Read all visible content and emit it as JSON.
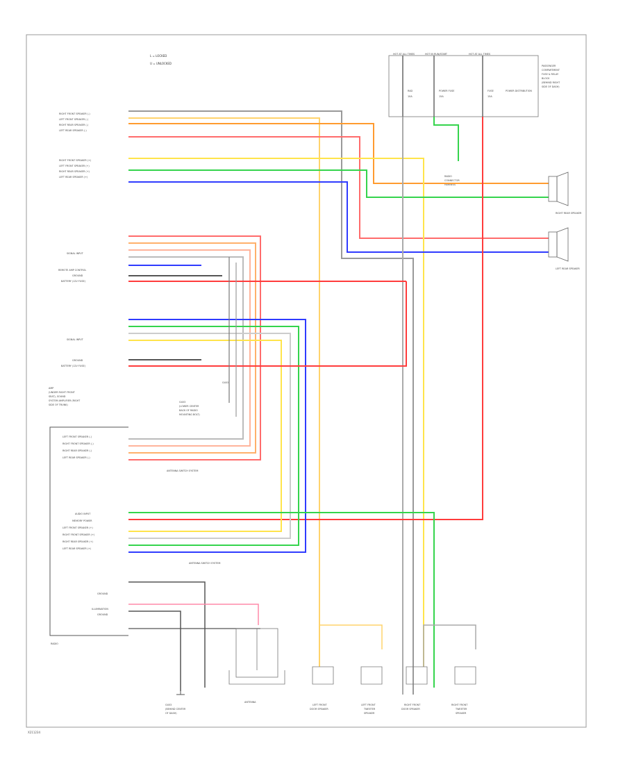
{
  "legend": [
    "L = LOCKED",
    "U = UNLOCKED"
  ],
  "fuse_box": {
    "title_lines": [
      "PASSENGER",
      "COMPARTMENT",
      "FUSE & RELAY",
      "BLOCK",
      "(BEHIND RIGHT",
      "SIDE OF DASH)"
    ],
    "feed_labels": [
      "HOT AT ALL TIMES",
      "HOT IN RUN/START",
      "HOT AT ALL TIMES"
    ],
    "fuses": [
      {
        "name": "RAD",
        "rating": "10A"
      },
      {
        "name": "POWER FUSE",
        "rating": "15A"
      },
      {
        "name": "FUSE",
        "rating": "15A"
      }
    ],
    "power_distribution": "POWER DISTRIBUTION"
  },
  "amp_connector": [
    "RADIO",
    "CONNECTOR",
    "HARNESS"
  ],
  "rear_speakers": {
    "right": "RIGHT REAR SPEAKER",
    "left": "LEFT REAR SPEAKER"
  },
  "amp_inputs_top": [
    "RIGHT FRONT SPEAKER (-)",
    "LEFT FRONT SPEAKER (-)",
    "RIGHT REAR SPEAKER (-)",
    "LEFT REAR SPEAKER (-)",
    "RIGHT FRONT SPEAKER (+)",
    "LEFT FRONT SPEAKER (+)",
    "RIGHT REAR SPEAKER (+)",
    "LEFT REAR SPEAKER (+)"
  ],
  "amp_mid": [
    "SIGNAL INPUT",
    "REMOTE AMP CONTROL",
    "GROUND",
    "BATTERY (12V FUSE)",
    "SIGNAL INPUT",
    "GROUND",
    "BATTERY (12V FUSE)"
  ],
  "amp_name_lines": [
    "AMP",
    "(UNDER RIGHT FRONT",
    "SEAT), SOUND",
    "SYSTEM AMPLIFIER (RIGHT",
    "SIDE OF TRUNK)"
  ],
  "ground_note": [
    "G403",
    "(LOWER CENTER",
    "BACK OF RADIO",
    "MOUNTING BOLT)"
  ],
  "ground_box_label": "G403",
  "radio_labels": [
    "LEFT FRONT SPEAKER (-)",
    "RIGHT FRONT SPEAKER (-)",
    "RIGHT REAR SPEAKER (-)",
    "LEFT REAR SPEAKER (-)",
    "AUDIO INPUT",
    "MEMORY POWER",
    "LEFT FRONT SPEAKER (+)",
    "RIGHT FRONT SPEAKER (+)",
    "RIGHT REAR SPEAKER (+)",
    "LEFT REAR SPEAKER (+)",
    "GROUND",
    "ILLUMINATION",
    "GROUND"
  ],
  "antenna_note_1": "ANTENNA SWITCH SYSTEM",
  "antenna_note_2": "ANTENNA SWITCH SYSTEM",
  "radio_name": "RADIO",
  "bottom_components": {
    "ground": [
      "G403",
      "(BEHIND CENTER",
      "OF DASH)"
    ],
    "antenna": "ANTENNA",
    "left_door": [
      "LEFT FRONT",
      "DOOR SPEAKER"
    ],
    "left_tweeter": [
      "LEFT FRONT",
      "TWEETER",
      "SPEAKER"
    ],
    "right_door": [
      "RIGHT FRONT",
      "DOOR SPEAKER"
    ],
    "right_tweeter": [
      "RIGHT FRONT",
      "TWEETER",
      "SPEAKER"
    ]
  },
  "footer_code": "X211234",
  "colors": {
    "red": "#ff3b3b",
    "orange": "#ff9b2f",
    "green": "#34d44c",
    "blue": "#2f3bff",
    "yellow": "#ffe44a",
    "pink": "#ff8aa8",
    "gray": "#888888",
    "black": "#333333"
  }
}
